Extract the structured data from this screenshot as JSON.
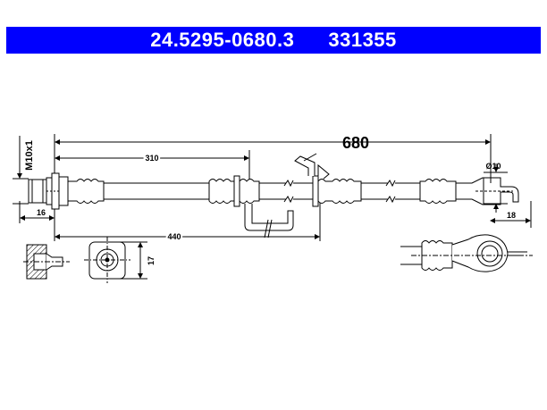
{
  "header": {
    "part_number": "24.5295-0680.3",
    "ref_number": "331355",
    "bg_color": "#0000ff",
    "text_color": "#ffffff"
  },
  "dimensions": {
    "total_length": "680",
    "first_segment": "310",
    "bracket_distance": "440",
    "fitting_length": "16",
    "end_length": "18",
    "end_diameter": "Ø10",
    "thread": "M10x1",
    "hex_size": "17"
  },
  "colors": {
    "line": "#000000",
    "hatch": "#000000",
    "fill_light": "#ffffff"
  }
}
